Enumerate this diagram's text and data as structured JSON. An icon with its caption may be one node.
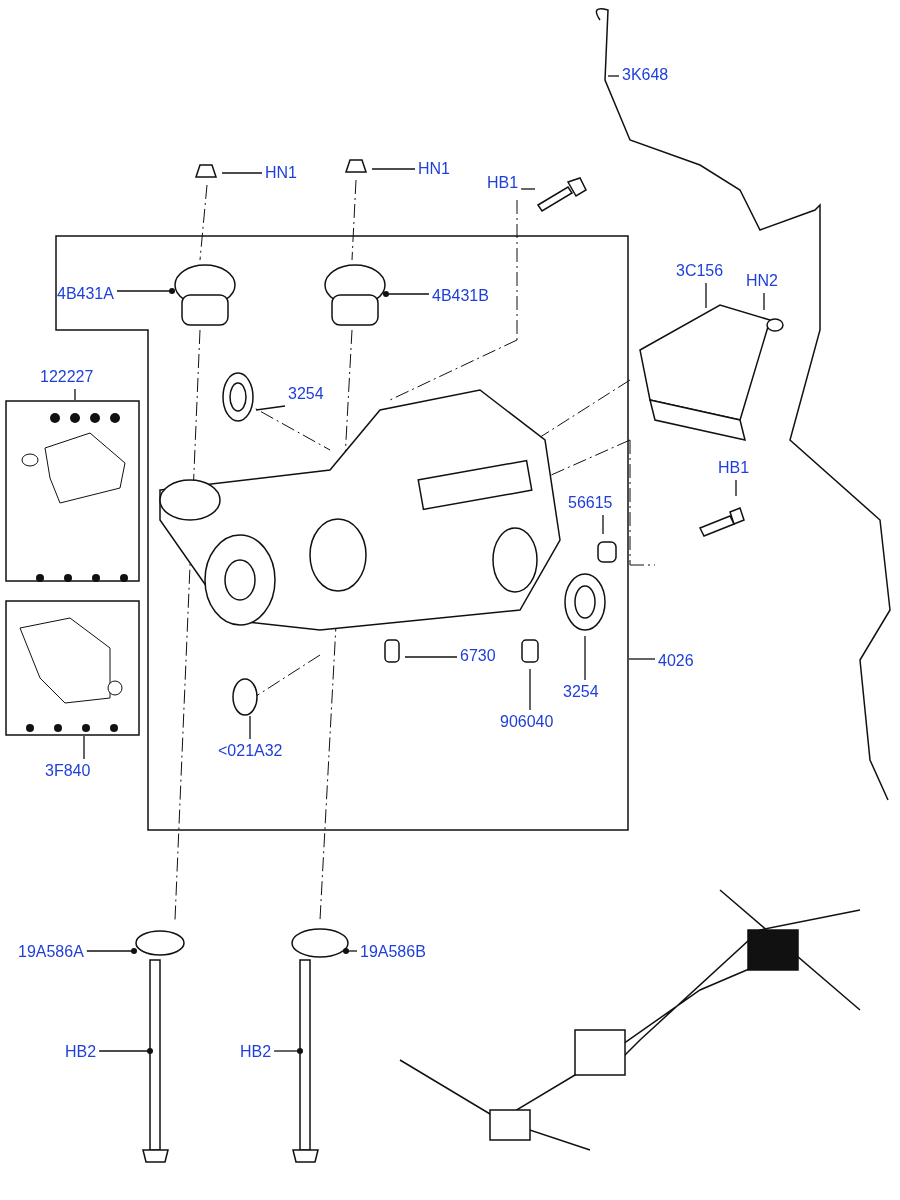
{
  "diagram": {
    "nodes": [
      {
        "text": [
          "3K648"
        ]
      },
      {
        "text": [
          "HN1"
        ]
      },
      {
        "text": [
          "HN1"
        ]
      },
      {
        "text": [
          "HB1"
        ]
      },
      {
        "text": [],
        "shape": "box"
      },
      {
        "text": [
          "4B431A"
        ],
        "in": 4
      },
      {
        "text": [
          "4B431B"
        ],
        "in": 4
      },
      {
        "text": [
          "3C156"
        ]
      },
      {
        "text": [
          "HN2"
        ]
      },
      {
        "text": [
          "3254"
        ],
        "in": 4
      },
      {
        "text": [
          "122227"
        ]
      },
      {
        "text": [],
        "shape": "box"
      },
      {
        "text": [
          "HB1"
        ]
      },
      {
        "text": [
          "56615"
        ],
        "in": 4
      },
      {
        "text": [],
        "shape": "box"
      },
      {
        "text": [
          "4026"
        ]
      },
      {
        "text": [
          "6730"
        ],
        "in": 4
      },
      {
        "text": [
          "906040"
        ],
        "in": 4
      },
      {
        "text": [
          "3254"
        ],
        "in": 4
      },
      {
        "text": [
          "<021A32"
        ],
        "in": 4
      },
      {
        "text": [
          "3F840"
        ]
      },
      {
        "text": [
          "19A586A"
        ]
      },
      {
        "text": [
          "19A586B"
        ]
      },
      {
        "text": [
          "HB2"
        ]
      },
      {
        "text": [
          "HB2"
        ]
      }
    ],
    "edges": [
      {
        "from": 0,
        "to": null,
        "arrow": "none"
      },
      {
        "from": 1,
        "to": null,
        "arrow": "none"
      },
      {
        "from": 2,
        "to": null,
        "arrow": "none"
      },
      {
        "from": 3,
        "to": null,
        "arrow": "none"
      },
      {
        "from": 5,
        "to": null,
        "arrow": "other"
      },
      {
        "from": 6,
        "to": null,
        "arrow": "other"
      },
      {
        "from": 7,
        "to": null,
        "arrow": "none"
      },
      {
        "from": 8,
        "to": null,
        "arrow": "none"
      },
      {
        "from": 9,
        "to": null,
        "arrow": "none"
      },
      {
        "from": 10,
        "to": 11,
        "arrow": "none"
      },
      {
        "from": 12,
        "to": null,
        "arrow": "none"
      },
      {
        "from": 13,
        "to": null,
        "arrow": "none"
      },
      {
        "from": 15,
        "to": 4,
        "arrow": "none"
      },
      {
        "from": 16,
        "to": null,
        "arrow": "none"
      },
      {
        "from": 17,
        "to": null,
        "arrow": "none"
      },
      {
        "from": 18,
        "to": null,
        "arrow": "none"
      },
      {
        "from": 19,
        "to": null,
        "arrow": "none"
      },
      {
        "from": 20,
        "to": 14,
        "arrow": "none"
      },
      {
        "from": 21,
        "to": null,
        "arrow": "other"
      },
      {
        "from": 22,
        "to": null,
        "arrow": "other"
      },
      {
        "from": 23,
        "to": null,
        "arrow": "other"
      },
      {
        "from": 24,
        "to": null,
        "arrow": "other"
      }
    ]
  }
}
